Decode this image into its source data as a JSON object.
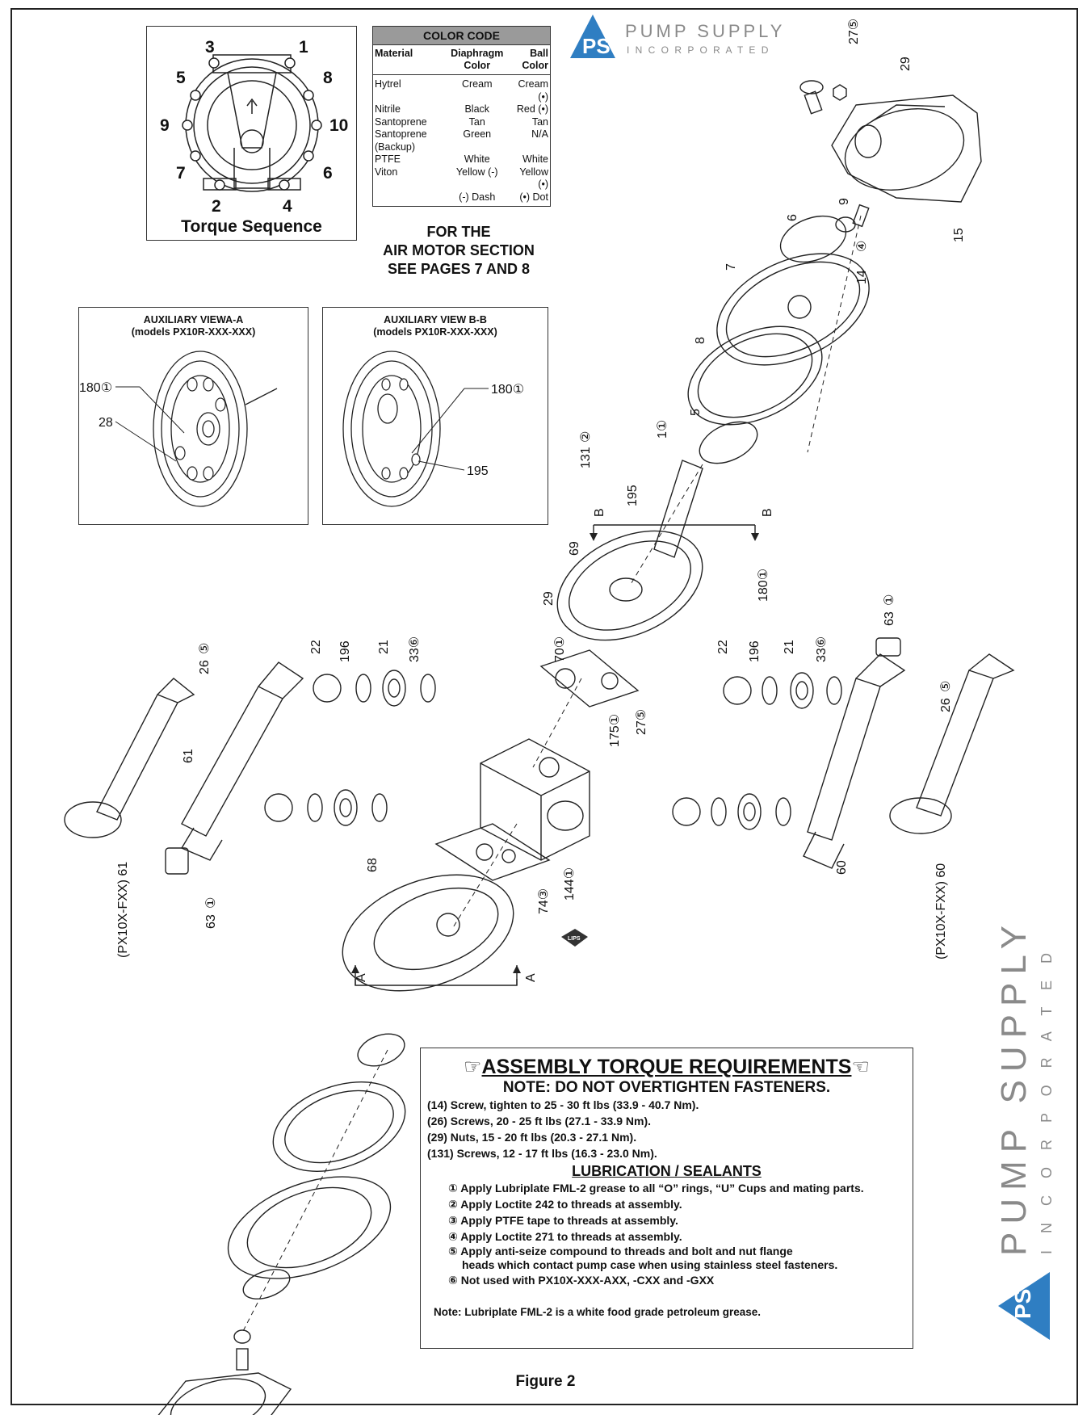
{
  "torque_sequence": {
    "title": "Torque Sequence",
    "numbers": [
      "1",
      "2",
      "3",
      "4",
      "5",
      "6",
      "7",
      "8",
      "9",
      "10"
    ]
  },
  "color_code": {
    "title": "COLOR CODE",
    "headers": [
      "Material",
      "Diaphragm Color",
      "Ball Color"
    ],
    "rows": [
      [
        "Hytrel",
        "Cream",
        "Cream (•)"
      ],
      [
        "Nitrile",
        "Black",
        "Red (•)"
      ],
      [
        "Santoprene",
        "Tan",
        "Tan"
      ],
      [
        "Santoprene (Backup)",
        "Green",
        "N/A"
      ],
      [
        "PTFE",
        "White",
        "White"
      ],
      [
        "Viton",
        "Yellow (-)",
        "Yellow (•)"
      ],
      [
        "",
        "(-) Dash",
        "(•) Dot"
      ]
    ]
  },
  "logo": {
    "name": "PUMP SUPPLY",
    "sub": "I N C O R P O R A T E D",
    "initials": "PS"
  },
  "air_motor_note": [
    "FOR THE",
    "AIR MOTOR SECTION",
    "SEE PAGES 7 AND 8"
  ],
  "aux_view_a": {
    "title": "AUXILIARY VIEWA-A",
    "subtitle": "(models PX10R-XXX-XXX)",
    "labels": [
      "180①",
      "28"
    ]
  },
  "aux_view_b": {
    "title": "AUXILIARY VIEW B-B",
    "subtitle": "(models PX10R-XXX-XXX)",
    "labels": [
      "180①",
      "195"
    ]
  },
  "callouts": {
    "p27a": "27⑤",
    "p29a": "29",
    "p15": "15",
    "p9": "9",
    "p6": "6",
    "p14": "14",
    "p14n": "④",
    "p7": "7",
    "p8": "8",
    "p5": "5",
    "p1": "1①",
    "p131": "131",
    "p131n": "②",
    "p195": "195",
    "pB": "B",
    "p69": "69",
    "p29b": "29",
    "p180": "180①",
    "p70": "70①",
    "p175": "175①",
    "p27b": "27⑤",
    "p26a": "26",
    "p26an": "⑤",
    "p22a": "22",
    "p196a": "196",
    "p21a": "21",
    "p33a": "33⑥",
    "p61": "61",
    "p61fxx": "(PX10X-FXX) 61",
    "p63a": "63",
    "p63an": "①",
    "p68": "68",
    "p74": "74③",
    "p144": "144①",
    "pA": "A",
    "p22b": "22",
    "p196b": "196",
    "p21b": "21",
    "p33b": "33⑥",
    "p63b": "63",
    "p63bn": "①",
    "p26b": "26",
    "p26bn": "⑤",
    "p60": "60",
    "p60fxx": "(PX10X-FXX) 60",
    "lips": "LIPS"
  },
  "torque_requirements": {
    "title": "ASSEMBLY TORQUE REQUIREMENTS",
    "note": "NOTE: DO NOT OVERTIGHTEN FASTENERS.",
    "lines": [
      "(14) Screw, tighten to 25 - 30 ft lbs (33.9 - 40.7 Nm).",
      "(26) Screws, 20 - 25 ft lbs (27.1 - 33.9 Nm).",
      "(29) Nuts, 15 - 20 ft lbs (20.3 - 27.1 Nm).",
      "(131) Screws, 12 - 17 ft lbs (16.3 - 23.0 Nm)."
    ],
    "lub_title": "LUBRICATION / SEALANTS",
    "lub_lines": [
      "① Apply Lubriplate FML-2 grease to all “O” rings, “U” Cups and mating parts.",
      "② Apply Loctite 242 to threads at assembly.",
      "③ Apply PTFE tape to threads at assembly.",
      "④ Apply Loctite 271 to threads at assembly.",
      "⑤ Apply anti-seize compound to threads and bolt and nut flange",
      "heads which contact pump case when using stainless steel fasteners.",
      "⑥ Not used with PX10X-XXX-AXX, -CXX and -GXX"
    ],
    "footnote": "Note: Lubriplate FML-2 is a white food grade petroleum grease."
  },
  "figure_caption": "Figure 2",
  "colors": {
    "logo_blue": "#2f7ec2",
    "logo_text": "#8a8a8a",
    "header_gray": "#9a9a9a"
  }
}
